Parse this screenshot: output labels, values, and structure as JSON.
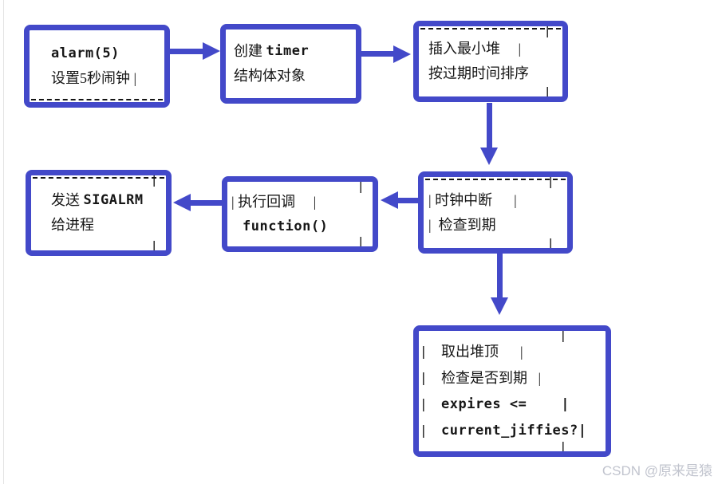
{
  "colors": {
    "accent": "#4349c9",
    "ink": "#161616",
    "watermark": "#c1c4ce"
  },
  "glyphs": {
    "pipe": "|"
  },
  "nodes": {
    "alarm": {
      "line1": "alarm(5)",
      "line2": "设置5秒闹钟 |"
    },
    "create_timer": {
      "line1_prefix": "创建 ",
      "line1_code": "timer",
      "line2": "结构体对象"
    },
    "heap_insert": {
      "line1": "插入最小堆     |",
      "line2": "按过期时间排序"
    },
    "clock_interrupt": {
      "line1": "| 时钟中断      |",
      "line2": "|  检查到期"
    },
    "callback": {
      "line1": "| 执行回调     |",
      "line2": "function()"
    },
    "send_sigalrm": {
      "line1_prefix": "发送 ",
      "line1_code": "SIGALRM",
      "line2": "给进程"
    },
    "expire_check": {
      "line1": "取出堆顶      |",
      "line2": "检查是否到期   |",
      "line3": "expires <=    |",
      "line4": "current_jiffies?|"
    }
  },
  "watermark": "CSDN @原来是猿"
}
